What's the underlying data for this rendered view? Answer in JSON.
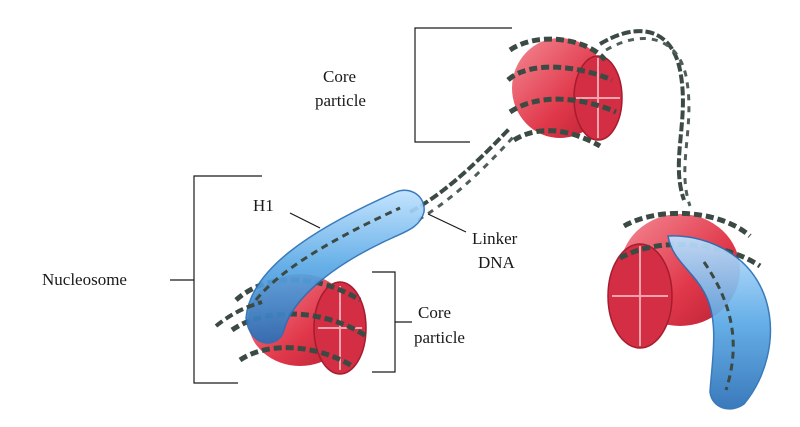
{
  "labels": {
    "core_particle_top_line1": "Core",
    "core_particle_top_line2": "particle",
    "h1": "H1",
    "linker_line1": "Linker",
    "linker_line2": "DNA",
    "nucleosome": "Nucleosome",
    "core_particle_bottom_line1": "Core",
    "core_particle_bottom_line2": "particle"
  },
  "colors": {
    "histone_core": "#e0384a",
    "histone_core_light": "#f27a86",
    "h1_blue": "#5aa9e6",
    "h1_blue_dark": "#2a6fb6",
    "dna_strand": "#3c4a44"
  }
}
